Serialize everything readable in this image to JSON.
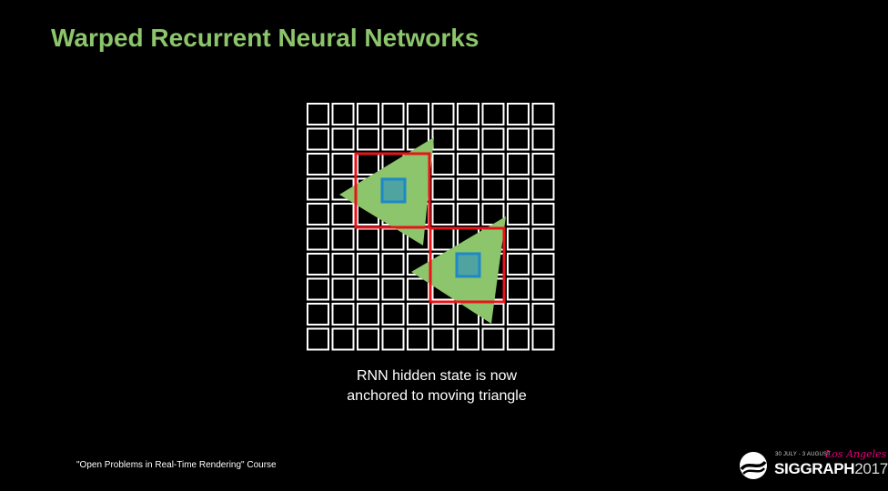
{
  "slide": {
    "title": "Warped Recurrent Neural Networks",
    "caption_line1": "RNN hidden state is now",
    "caption_line2": "anchored to moving triangle",
    "footer": "\"Open Problems in Real-Time Rendering\" Course"
  },
  "colors": {
    "background": "#000000",
    "title": "#8cc56b",
    "triangle": "#8cc56b",
    "red_box": "#e8141a",
    "blue_box": "#1e88c8",
    "grid_line": "#ffffff"
  },
  "diagram": {
    "grid_rows": 10,
    "grid_cols": 10
  },
  "logo": {
    "small_text": "30 JULY - 3 AUGUST",
    "script_text": "Los Angeles",
    "brand": "SIGGRAPH",
    "year": "2017"
  }
}
